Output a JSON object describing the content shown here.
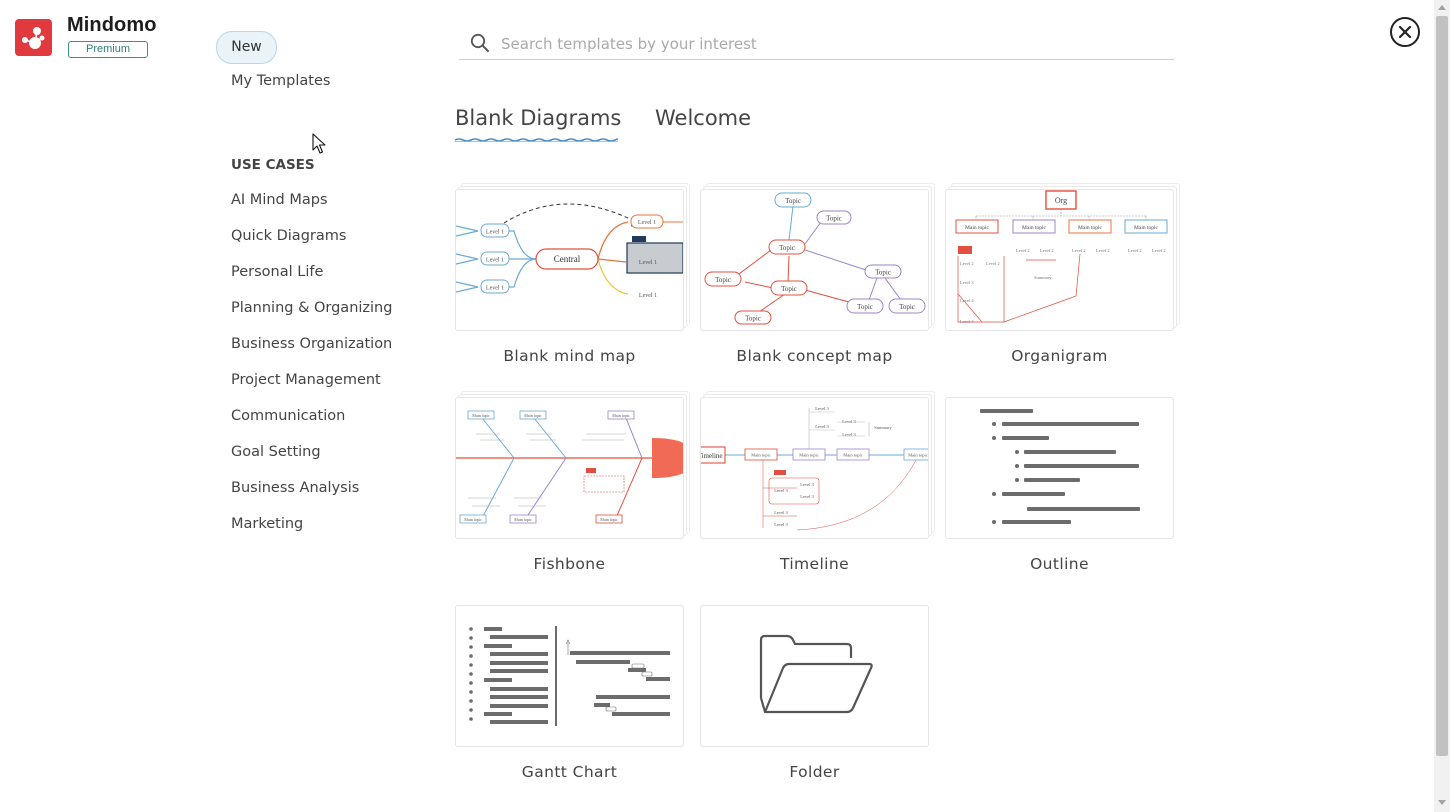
{
  "app": {
    "brand_name": "Mindomo",
    "plan_badge": "Premium"
  },
  "nav": {
    "new_label": "New",
    "my_templates_label": "My Templates",
    "use_cases_heading": "USE CASES",
    "use_cases": [
      "AI Mind Maps",
      "Quick Diagrams",
      "Personal Life",
      "Planning & Organizing",
      "Business Organization",
      "Project Management",
      "Communication",
      "Goal Setting",
      "Business Analysis",
      "Marketing"
    ]
  },
  "search": {
    "placeholder": "Search templates by your interest",
    "value": ""
  },
  "tabs": [
    {
      "label": "Blank Diagrams",
      "active": true
    },
    {
      "label": "Welcome",
      "active": false
    }
  ],
  "templates": [
    {
      "label": "Blank mind map",
      "preview": {
        "central": "Central",
        "levels": [
          "Level 1",
          "Level 1",
          "Level 1",
          "Level 1",
          "Level 1",
          "Level 1"
        ]
      }
    },
    {
      "label": "Blank concept map",
      "preview": {
        "node": "Topic"
      }
    },
    {
      "label": "Organigram",
      "preview": {
        "root": "Org",
        "main": "Main topic",
        "level2": "Level 2",
        "level3": "Level 3",
        "level4": "Level 4",
        "summary": "Summary"
      }
    },
    {
      "label": "Fishbone",
      "preview": {
        "main": "Main topic"
      }
    },
    {
      "label": "Timeline",
      "preview": {
        "start": "Timeline",
        "main": "Main topic",
        "level": "Level 3",
        "summary": "Summary"
      }
    },
    {
      "label": "Outline"
    },
    {
      "label": "Gantt Chart"
    },
    {
      "label": "Folder"
    }
  ],
  "colors": {
    "brand_red": "#e0393e",
    "accent_blue": "#4a90c8",
    "mindmap_orange": "#e8743b",
    "concept_red": "#e05040"
  },
  "icons": [
    "mindomo-logo-icon",
    "search-icon",
    "close-icon",
    "folder-icon",
    "mouse-cursor-icon"
  ]
}
